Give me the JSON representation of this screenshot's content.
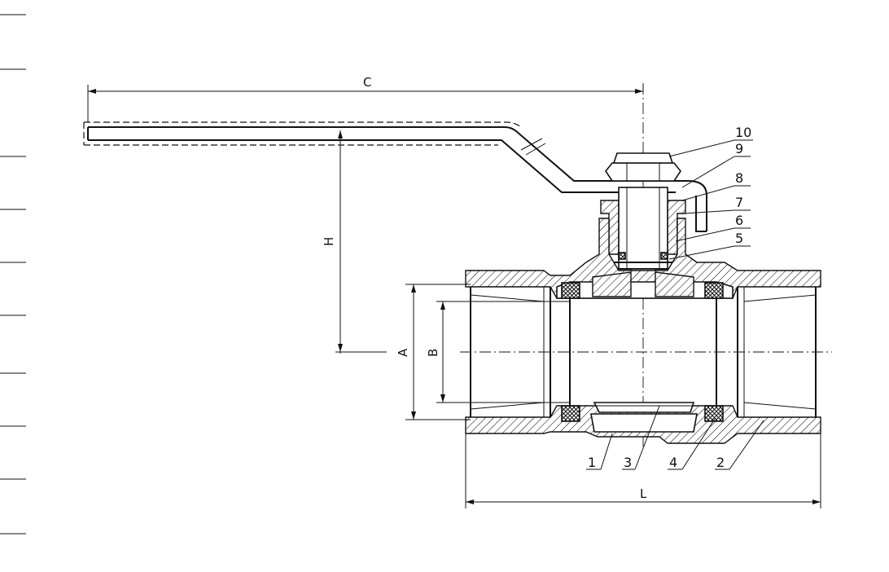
{
  "drawing": {
    "dimensions": {
      "C": "C",
      "H": "H",
      "A": "A",
      "B": "B",
      "L": "L"
    },
    "callouts": [
      "1",
      "2",
      "3",
      "4",
      "5",
      "6",
      "7",
      "8",
      "9",
      "10"
    ],
    "colors": {
      "ink": "#111111",
      "background": "#ffffff"
    }
  }
}
